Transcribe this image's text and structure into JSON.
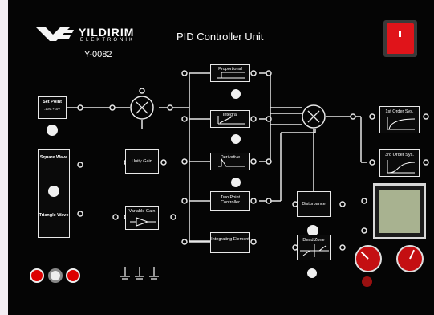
{
  "brand": {
    "name": "YILDIRIM",
    "sub": "ELEKTRONİK",
    "model": "Y-0082"
  },
  "title": "PID Controller Unit",
  "blocks": {
    "set_point": {
      "label": "Set Point",
      "range": "-10V..+10V"
    },
    "wave": {
      "square": "Square Wave",
      "triangle": "Triangle Wave"
    },
    "unity_gain": "Unity Gain",
    "variable_gain": "Variable Gain",
    "proportional": "Proportional",
    "integral": "Integral",
    "derivative": "Derivative",
    "two_point": "Two Point Controller",
    "integrating": "Integrating Element",
    "disturbance": "Disturbance",
    "dead_zone": "Dead Zone",
    "first_order": "1st Order Sys.",
    "third_order": "3rd Order Sys."
  },
  "colors": {
    "panel": "#050505",
    "wire": "#e8e8e8",
    "power_switch": "#e0141a",
    "display": "#a8b290",
    "knob_red": "#c40f12"
  }
}
